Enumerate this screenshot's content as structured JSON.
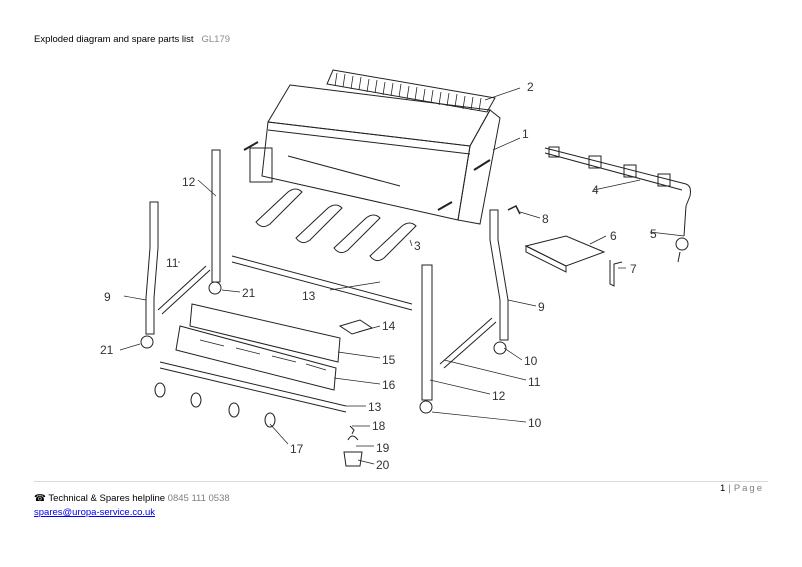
{
  "header": {
    "title": "Exploded diagram and spare parts list",
    "model": "GL179"
  },
  "diagram": {
    "callouts": [
      "1",
      "2",
      "3",
      "4",
      "5",
      "6",
      "7",
      "8",
      "9",
      "9",
      "10",
      "10",
      "11",
      "11",
      "12",
      "12",
      "13",
      "13",
      "14",
      "15",
      "16",
      "17",
      "18",
      "19",
      "20",
      "21",
      "21"
    ]
  },
  "footer": {
    "page_number": "1",
    "separator": "|",
    "page_word": "Page",
    "phone_icon": "telephone-icon",
    "helpline_label": "Technical & Spares helpline",
    "helpline_number": "0845 111 0538",
    "email": "spares@uropa-service.co.uk"
  }
}
